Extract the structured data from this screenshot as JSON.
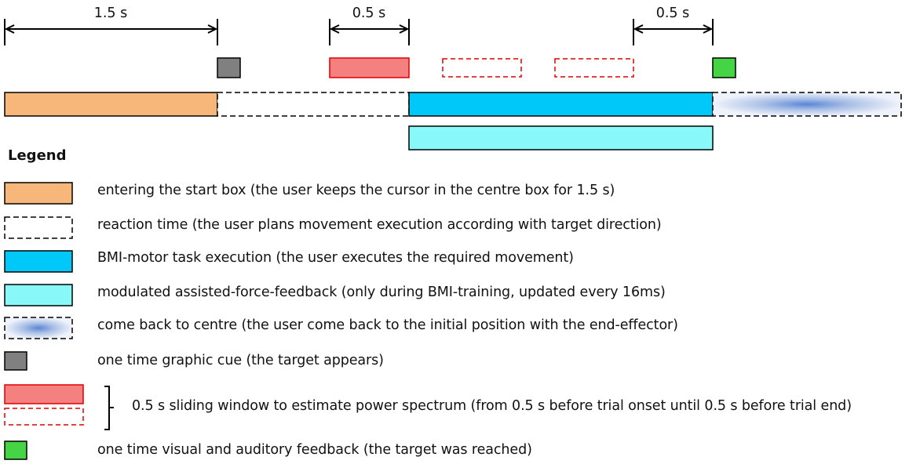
{
  "timeline": {
    "durations": {
      "start": "1.5 s",
      "window": "0.5 s",
      "end_window": "0.5 s"
    }
  },
  "legend": {
    "title": "Legend",
    "items": [
      {
        "key": "start",
        "label": "entering the start box (the user keeps the cursor in the centre box for 1.5 s)",
        "color": "#f8b77a"
      },
      {
        "key": "reaction",
        "label": "reaction time (the user plans  movement execution according with target direction)",
        "color": "#ffffff"
      },
      {
        "key": "execution",
        "label": "BMI-motor task execution (the user executes the required movement)",
        "color": "#00c8f8"
      },
      {
        "key": "feedback_force",
        "label": "modulated assisted-force-feedback (only during BMI-training, updated every 16ms)",
        "color": "#88f8f8"
      },
      {
        "key": "come_back",
        "label": "come back to centre (the user come back to the initial position with the end-effector)",
        "color": "#9fb4e0"
      },
      {
        "key": "cue",
        "label": "one time graphic cue (the target appears)",
        "color": "#808080"
      },
      {
        "key": "window",
        "label": "0.5 s sliding window to estimate power spectrum (from 0.5 s before trial onset until 0.5 s before trial end)",
        "color": "#f48080"
      },
      {
        "key": "reached",
        "label": "one time visual and auditory feedback (the target was reached)",
        "color": "#44d444"
      }
    ]
  }
}
